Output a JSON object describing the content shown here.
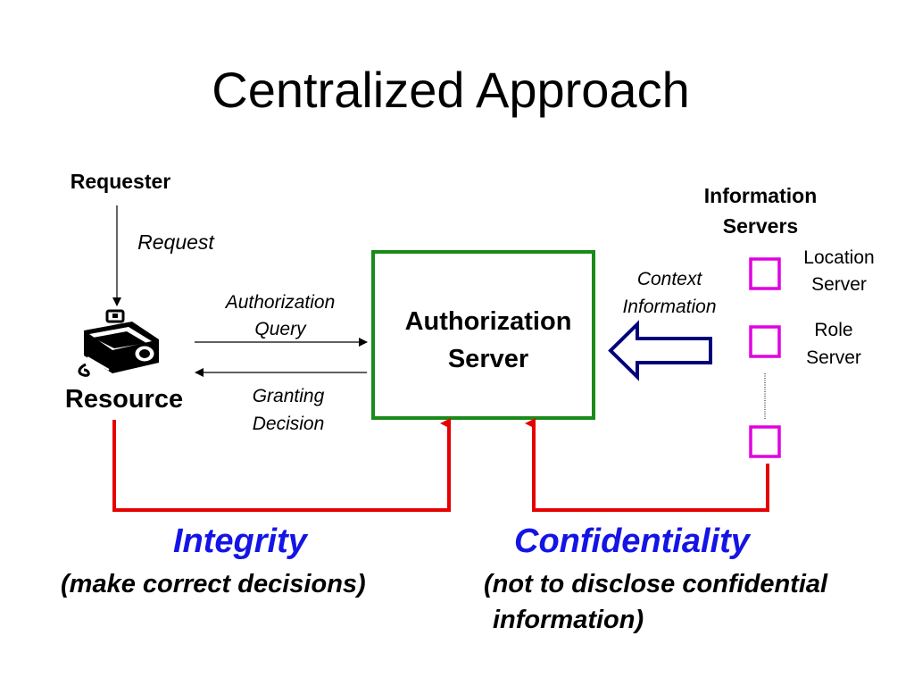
{
  "slide": {
    "title": "Centralized Approach"
  },
  "diagram": {
    "requester": "Requester",
    "request": "Request",
    "resource": "Resource",
    "authorization_query_1": "Authorization",
    "authorization_query_2": "Query",
    "granting_decision_1": "Granting",
    "granting_decision_2": "Decision",
    "authorization_server_1": "Authorization",
    "authorization_server_2": "Server",
    "context_information_1": "Context",
    "context_information_2": "Information",
    "information_servers_1": "Information",
    "information_servers_2": "Servers",
    "location_server_1": "Location",
    "location_server_2": "Server",
    "role_server_1": "Role",
    "role_server_2": "Server"
  },
  "properties": {
    "integrity": "Integrity",
    "integrity_desc": "(make correct decisions)",
    "confidentiality": "Confidentiality",
    "confidentiality_desc_1": "(not to disclose confidential",
    "confidentiality_desc_2": "information)"
  },
  "colors": {
    "server_box": "#1a8a1a",
    "red_line": "#e60000",
    "context_arrow": "#00007a",
    "info_server_box": "#e000e0",
    "accent_text": "#1414e6"
  },
  "icons": {
    "resource": "projector-icon"
  }
}
